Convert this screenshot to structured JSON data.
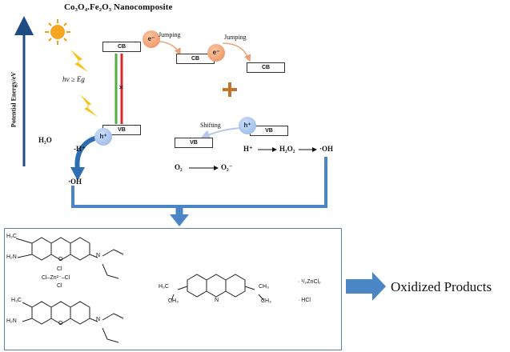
{
  "title": "Co₃O₄.Fe₂O₃ Nanocomposite",
  "y_axis_label": "Potential Energy/eV",
  "bands": {
    "cb": "CB",
    "vb": "VB"
  },
  "labels": {
    "photon": "hν ≥ Eg",
    "water": "H₂O",
    "minus_h": "-H⁺",
    "oh": "·OH",
    "jumping_1": "Jumping",
    "jumping_2": "Jumping",
    "shifting": "Shifting",
    "electron": "e⁻",
    "hole": "h⁺"
  },
  "reactions": {
    "oxygen": {
      "left": "O₂",
      "right": "O₂⁻"
    },
    "peroxide": {
      "a": "H⁺",
      "b": "H₂O₂",
      "c": "·OH"
    }
  },
  "dyes": {
    "methyl": "H₃C",
    "nh2": "H₂N",
    "o_plus": "O",
    "n": "N",
    "zinc_complex": {
      "cl": "Cl",
      "zn": "Zn²⁻",
      "row": "Cl–Zn²⁻–Cl"
    },
    "acridine_n_methyl": "CH₃",
    "acridine_h3c": "H₃C",
    "zncl2": "· ¹/₂ZnCl₂",
    "hcl": "· HCl"
  },
  "output": "Oxidized Products",
  "colors": {
    "arrow_blue": "#4a86c5",
    "arrow_dark": "#2f5e99",
    "plus": "#c0742f",
    "band_green": "#4caf3c",
    "band_red": "#d62c2c"
  }
}
